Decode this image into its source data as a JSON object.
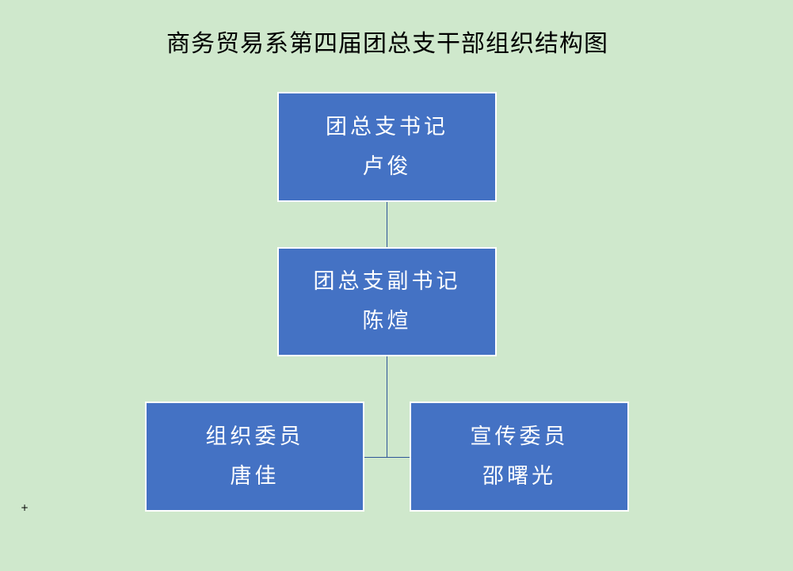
{
  "title": "商务贸易系第四届团总支干部组织结构图",
  "colors": {
    "background": "#cfe8cc",
    "box_fill": "#4472c4",
    "box_border": "#ffffff",
    "connector": "#2e5597"
  },
  "nodes": {
    "secretary": {
      "role": "团总支书记",
      "name": "卢俊"
    },
    "deputy": {
      "role": "团总支副书记",
      "name": "陈煊"
    },
    "organization": {
      "role": "组织委员",
      "name": "唐佳"
    },
    "publicity": {
      "role": "宣传委员",
      "name": "邵曙光"
    }
  },
  "marker": "+"
}
